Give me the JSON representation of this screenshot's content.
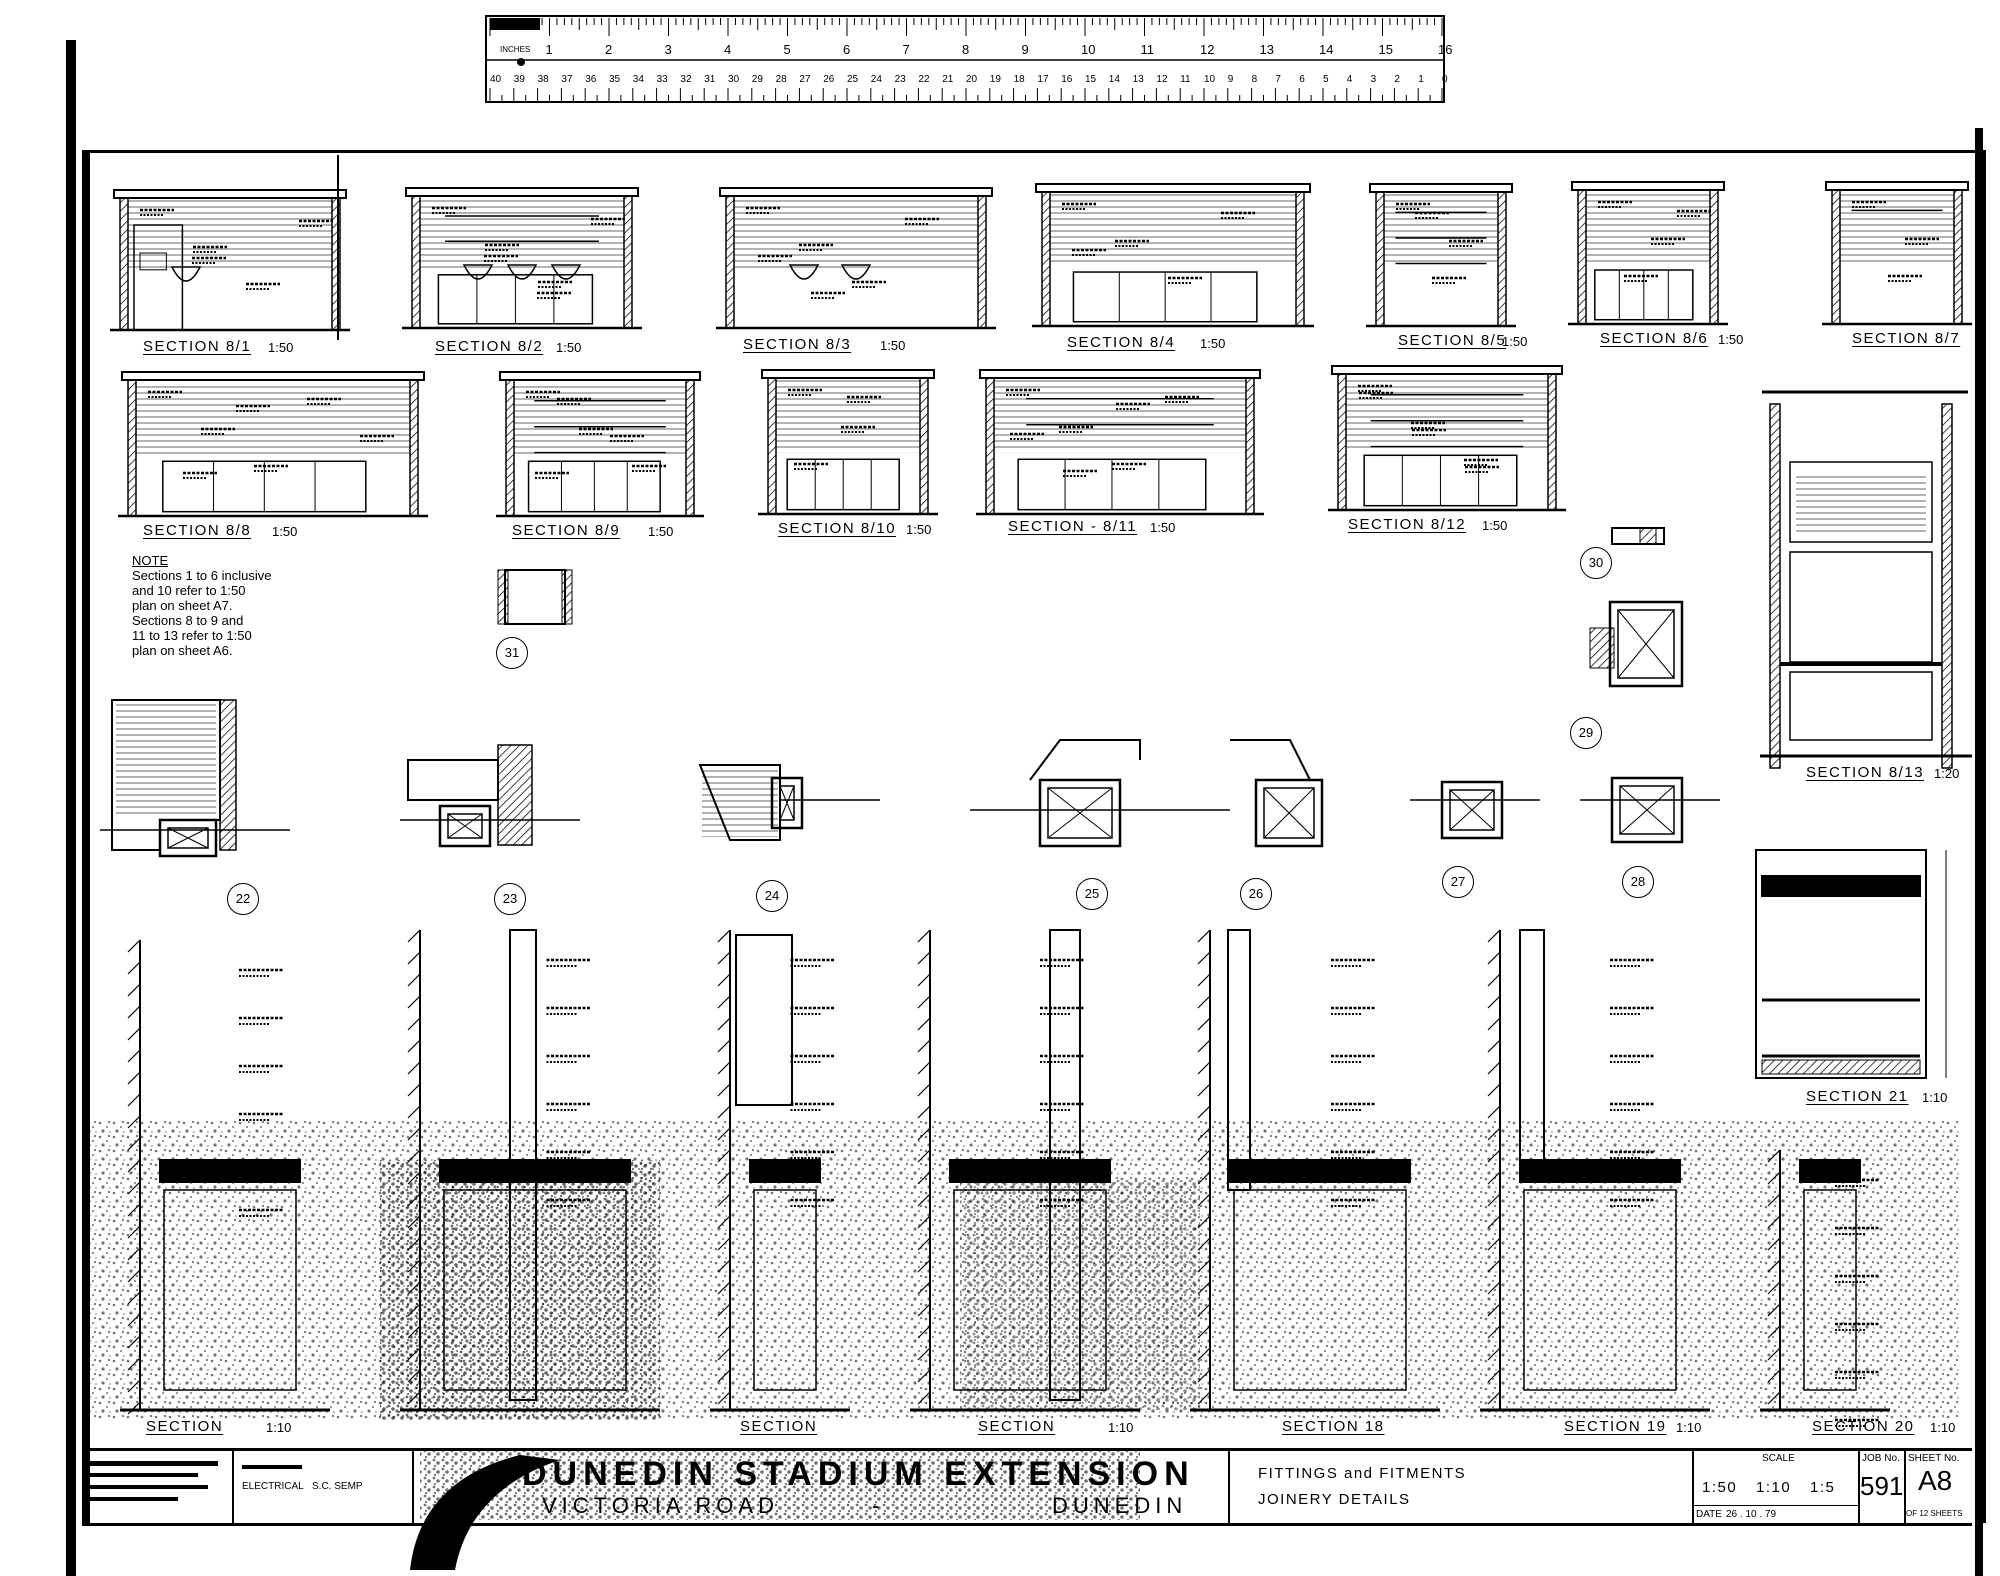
{
  "ruler": {
    "top_numbers": [
      "1",
      "2",
      "3",
      "4",
      "5",
      "6",
      "7",
      "8",
      "9",
      "10",
      "11",
      "12",
      "13",
      "14",
      "15",
      "16"
    ],
    "unit_label": "INCHES",
    "bottom_numbers": [
      "40",
      "39",
      "38",
      "37",
      "36",
      "35",
      "34",
      "33",
      "32",
      "31",
      "30",
      "29",
      "28",
      "27",
      "26",
      "25",
      "24",
      "23",
      "22",
      "21",
      "20",
      "19",
      "18",
      "17",
      "16",
      "15",
      "14",
      "13",
      "12",
      "11",
      "10",
      "9",
      "8",
      "7",
      "6",
      "5",
      "4",
      "3",
      "2",
      "1",
      "0"
    ]
  },
  "sections_row1": [
    {
      "title": "SECTION 8/1",
      "scale": "1:50"
    },
    {
      "title": "SECTION 8/2",
      "scale": "1:50"
    },
    {
      "title": "SECTION 8/3",
      "scale": "1:50"
    },
    {
      "title": "SECTION 8/4",
      "scale": "1:50"
    },
    {
      "title": "SECTION 8/5",
      "scale": "1:50"
    },
    {
      "title": "SECTION 8/6",
      "scale": "1:50"
    },
    {
      "title": "SECTION 8/7",
      "scale": ""
    }
  ],
  "sections_row2": [
    {
      "title": "SECTION 8/8",
      "scale": "1:50"
    },
    {
      "title": "SECTION 8/9",
      "scale": "1:50"
    },
    {
      "title": "SECTION 8/10",
      "scale": "1:50"
    },
    {
      "title": "SECTION - 8/11",
      "scale": "1:50"
    },
    {
      "title": "SECTION 8/12",
      "scale": "1:50"
    }
  ],
  "section_8_13": {
    "title": "SECTION 8/13",
    "scale": "1:20"
  },
  "section_21": {
    "title": "SECTION 21",
    "scale": "1:10"
  },
  "bottom_sections": [
    {
      "title": "SECTION",
      "scale": "1:10"
    },
    {
      "title": "SECTION",
      "scale": ""
    },
    {
      "title": "SECTION",
      "scale": "1:10"
    },
    {
      "title": "SECTION",
      "scale": ""
    },
    {
      "title": "SECTION 18",
      "scale": ""
    },
    {
      "title": "SECTION 19",
      "scale": "1:10"
    },
    {
      "title": "SECTION 20",
      "scale": "1:10"
    }
  ],
  "note": {
    "heading": "NOTE",
    "lines": [
      "Sections 1 to 6 inclusive",
      "and 10 refer to 1:50",
      "plan on sheet A7.",
      "Sections 8 to 9 and",
      "11 to 13 refer to 1:50",
      "plan on sheet A6."
    ]
  },
  "details": [
    "22",
    "23",
    "24",
    "25",
    "26",
    "27",
    "28",
    "29",
    "30",
    "31"
  ],
  "title_block": {
    "project_line1": "DUNEDIN STADIUM EXTENSION",
    "project_road": "VICTORIA ROAD",
    "project_city": "DUNEDIN",
    "sheet_title_line1": "FITTINGS and FITMENTS",
    "sheet_title_line2": "JOINERY DETAILS",
    "scale_label": "SCALE",
    "scales": [
      "1:50",
      "1:10",
      "1:5"
    ],
    "job_label": "JOB No.",
    "job_no": "591",
    "sheet_label": "SHEET No.",
    "sheet_no": "A8",
    "of_sheets": "OF 12 SHEETS",
    "date_label": "DATE",
    "date": "26 . 10 . 79",
    "engineer_label": "ELECTRICAL",
    "engineer_name": "S.C. SEMP"
  }
}
